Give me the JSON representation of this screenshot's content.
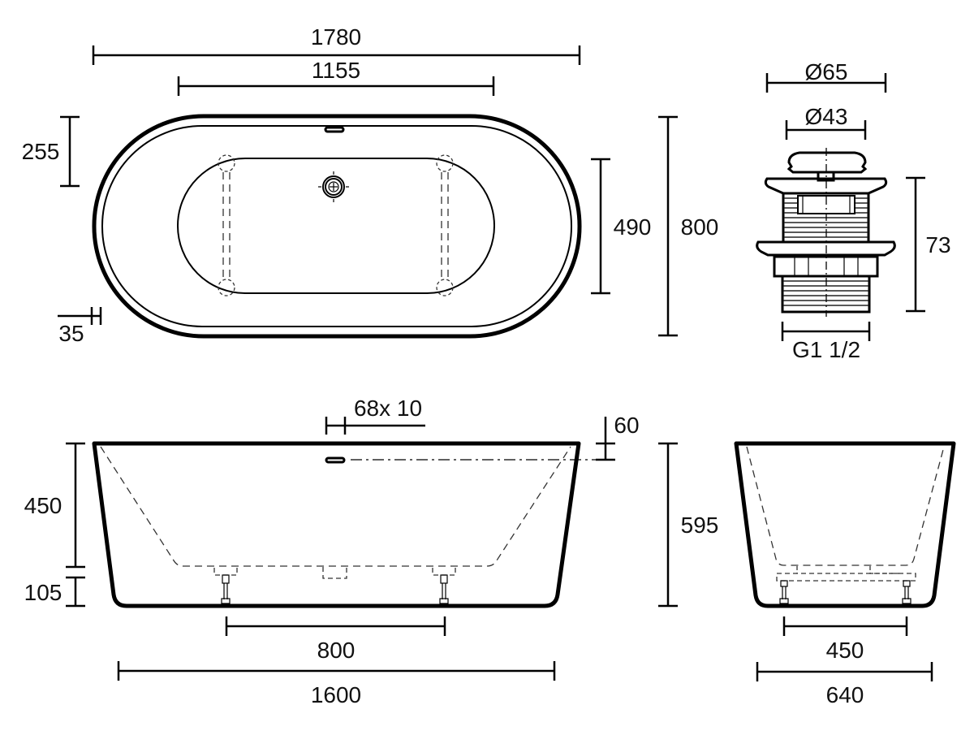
{
  "drawing": {
    "subject": "Freestanding oval bath with pop-up waste",
    "line_color": "#000000",
    "background": "#ffffff"
  },
  "top_view": {
    "overall_length": "1780",
    "inner_flat_length": "1155",
    "end_radius_offset": "255",
    "rim_width": "35",
    "inner_width": "490",
    "overall_width": "800"
  },
  "waste_detail": {
    "flange_diameter": "Ø65",
    "plug_diameter": "Ø43",
    "height": "73",
    "thread": "G1 1/2"
  },
  "side_view": {
    "overflow_size": "68x 10",
    "overflow_offset": "60",
    "inner_depth": "450",
    "base_height": "105",
    "overall_height": "595",
    "leg_spacing": "800",
    "base_length": "1600"
  },
  "end_view": {
    "leg_spacing": "450",
    "base_width": "640"
  }
}
